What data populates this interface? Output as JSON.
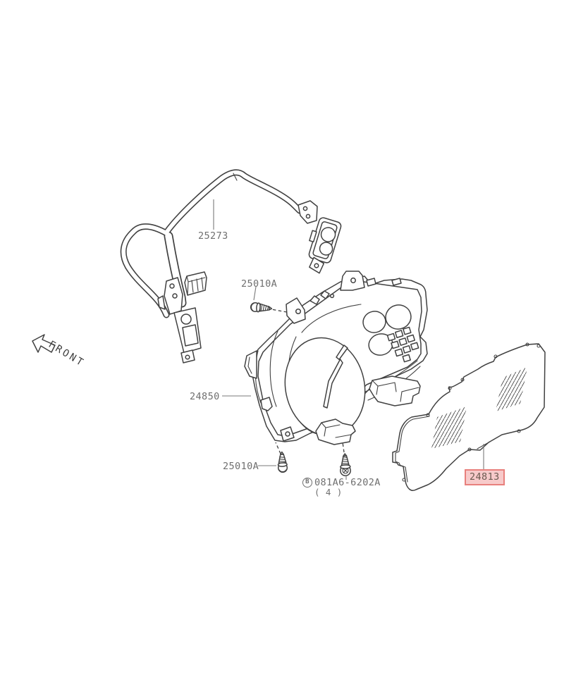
{
  "diagram": {
    "description": "Exploded parts diagram of an instrument cluster (speedometer) assembly",
    "front_indicator": {
      "label": "FRONT"
    },
    "parts": [
      {
        "part_number": "25273",
        "component": "harness-cable-assembly",
        "highlighted": false
      },
      {
        "part_number": "25010A",
        "component": "screw-upper",
        "highlighted": false
      },
      {
        "part_number": "24850",
        "component": "speedometer-cluster-housing",
        "highlighted": false
      },
      {
        "part_number": "25010A",
        "component": "screw-lower",
        "highlighted": false
      },
      {
        "part_number": "081A6-6202A",
        "component": "bolt",
        "prefix_badge": "B",
        "quantity_note": "( 4 )",
        "highlighted": false
      },
      {
        "part_number": "24813",
        "component": "cluster-lens-cover",
        "highlighted": true
      }
    ],
    "colors": {
      "background": "#ffffff",
      "line": "#414141",
      "label_text": "#6f6f6f",
      "highlight_border": "#e8807d",
      "highlight_fill": "#f7caca",
      "highlight_text": "#6a5a50"
    }
  }
}
